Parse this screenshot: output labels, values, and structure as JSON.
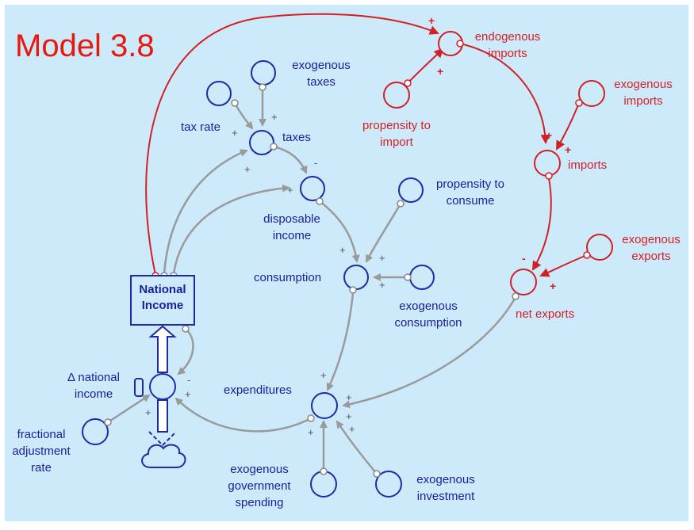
{
  "title": "Model 3.8",
  "nodes": {
    "national_income": "National Income",
    "delta_national_income": "Δ national income",
    "fractional_adjustment_rate": "fractional adjustment rate",
    "tax_rate": "tax rate",
    "exogenous_taxes": "exogenous taxes",
    "taxes": "taxes",
    "disposable_income": "disposable income",
    "consumption": "consumption",
    "propensity_to_consume": "propensity to consume",
    "exogenous_consumption": "exogenous consumption",
    "expenditures": "expenditures",
    "exogenous_government_spending": "exogenous government spending",
    "exogenous_investment": "exogenous investment",
    "endogenous_imports": "endogenous imports",
    "propensity_to_import": "propensity to import",
    "exogenous_imports": "exogenous imports",
    "imports": "imports",
    "exogenous_exports": "exogenous exports",
    "net_exports": "net exports"
  },
  "signs": {
    "plus": "+",
    "minus": "-"
  },
  "colors": {
    "background": "#cdeafa",
    "blue": "#1f2aa8",
    "red": "#d31f26",
    "gray_arrow": "#9a9a9a",
    "title": "#e8180c"
  }
}
